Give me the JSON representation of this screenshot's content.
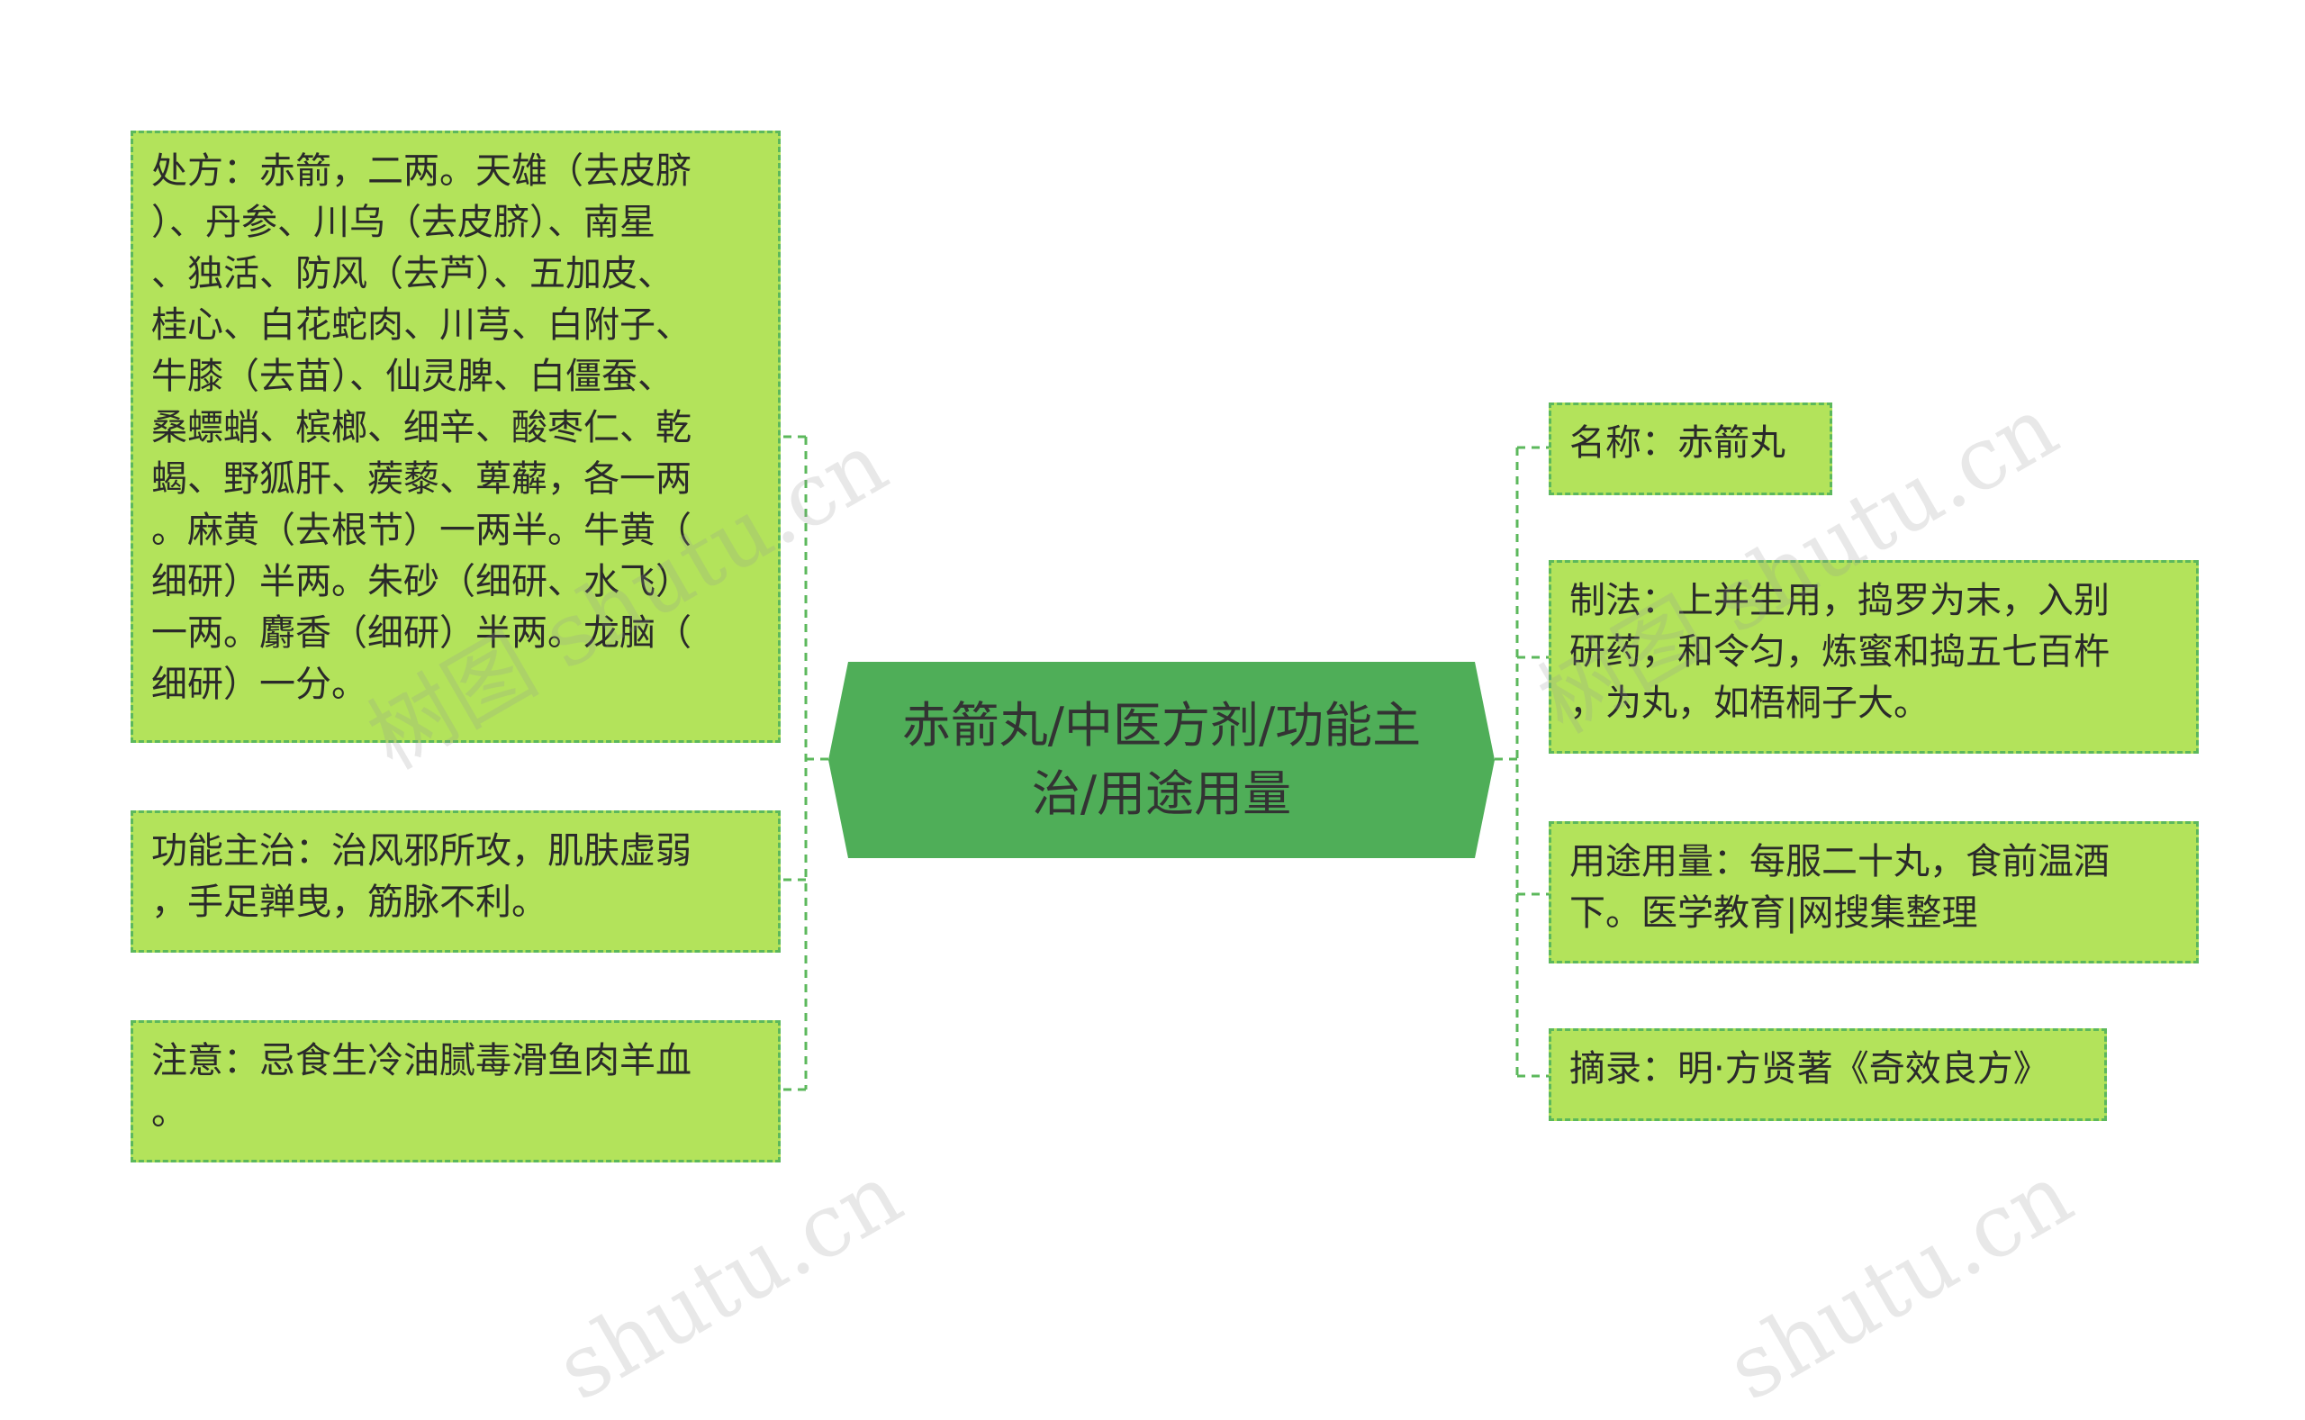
{
  "center": {
    "title": "赤箭丸/中医方剂/功能主\n治/用途用量"
  },
  "left_nodes": [
    {
      "text": "处方：赤箭，二两。天雄（去皮脐\n）、丹参、川乌（去皮脐）、南星\n、独活、防风（去芦）、五加皮、\n桂心、白花蛇肉、川芎、白附子、\n牛膝（去苗）、仙灵脾、白僵蚕、\n桑螵蛸、槟榔、细辛、酸枣仁、乾\n蝎、野狐肝、蒺藜、萆薢，各一两\n。麻黄（去根节）一两半。牛黄（\n细研）半两。朱砂（细研、水飞）\n一两。麝香（细研）半两。龙脑（\n细研）一分。"
    },
    {
      "text": "功能主治：治风邪所攻，肌肤虚弱\n，手足亸曳，筋脉不利。"
    },
    {
      "text": "注意：忌食生冷油腻毒滑鱼肉羊血\n。"
    }
  ],
  "right_nodes": [
    {
      "text": "名称：赤箭丸"
    },
    {
      "text": "制法：上并生用，捣罗为末，入别\n研药，和令匀，炼蜜和捣五七百杵\n，为丸，如梧桐子大。"
    },
    {
      "text": "用途用量：每服二十丸，食前温酒\n下。医学教育|网搜集整理"
    },
    {
      "text": "摘录：明·方贤著《奇效良方》"
    }
  ],
  "watermark": {
    "text_a": "树图 shutu.cn",
    "text_b": "shutu.cn"
  },
  "colors": {
    "center_fill": "#4fae58",
    "node_fill": "#b3e35b",
    "node_border": "#5cb85c",
    "connector": "#5cb85c"
  }
}
